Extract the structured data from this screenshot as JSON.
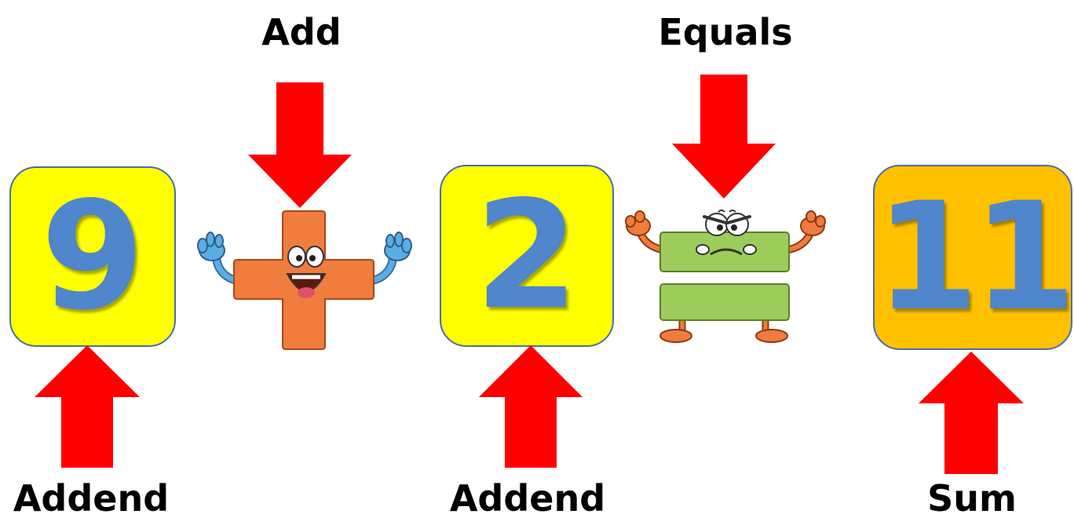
{
  "equation": {
    "addend1": {
      "value": "9",
      "label": "Addend"
    },
    "plus": {
      "label": "Add"
    },
    "addend2": {
      "value": "2",
      "label": "Addend"
    },
    "equals": {
      "label": "Equals"
    },
    "sum": {
      "value": "11",
      "label": "Sum"
    }
  },
  "colors": {
    "addend_box": "#ffff00",
    "sum_box": "#ffc000",
    "number_text": "#4f86cc",
    "arrow": "#ff0000",
    "plus_character": "#f07c3e",
    "equals_character": "#9ccc5a",
    "hands_plus": "#5aaee6",
    "hands_equals": "#f07c3e"
  },
  "icons": {
    "plus": "plus-sign-character-icon",
    "equals": "equals-sign-character-icon",
    "arrow": "red-arrow-icon"
  }
}
